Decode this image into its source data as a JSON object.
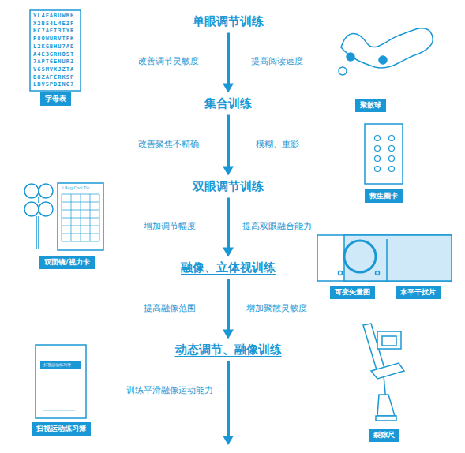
{
  "diagram": {
    "nodes": [
      {
        "text": [
          "单眼调节训练"
        ]
      },
      {
        "text": [
          "字母表"
        ]
      },
      {
        "text": [
          "聚散球"
        ]
      },
      {
        "text": [
          "集合训练"
        ]
      },
      {
        "text": [
          "救生圈卡"
        ]
      },
      {
        "text": [
          "双眼调节训练"
        ]
      },
      {
        "text": [
          "双面镜/视力卡"
        ]
      },
      {
        "text": [
          "可变矢量图"
        ]
      },
      {
        "text": [
          "水平干扰片"
        ]
      },
      {
        "text": [
          "融像、立体视训练"
        ]
      },
      {
        "text": [
          "动态调节、融像训练"
        ]
      },
      {
        "text": [
          "扫视运动练习簿"
        ]
      },
      {
        "text": [
          "裂隙尺"
        ]
      }
    ],
    "edges": [
      {
        "from": 0,
        "to": 3,
        "arrow": "to"
      },
      {
        "from": 3,
        "to": 5,
        "arrow": "to"
      },
      {
        "from": 5,
        "to": 9,
        "arrow": "to"
      },
      {
        "from": 9,
        "to": 10,
        "arrow": "to"
      }
    ],
    "labels": [
      "改善调节灵敏度",
      "提高阅读速度",
      "改善聚焦不精确",
      "模糊、重影",
      "增加调节幅度",
      "提高双眼融合能力",
      "提高融像范围",
      "增加聚散灵敏度",
      "训练平滑融像运动能力",
      "YL4EA8UWMH",
      "X2BS4L4EZF",
      "HC7AET3IYR",
      "P8OWURVTFK",
      "L2KGBHU7AD",
      "A4E3GRHO5T",
      "7APT6ENURZ",
      "V6SMVXJZTA",
      "B8ZAFCRKSP",
      "LBV5PDING7",
      "I Bug Cool Tin",
      "扫视运动练习簿"
    ]
  }
}
